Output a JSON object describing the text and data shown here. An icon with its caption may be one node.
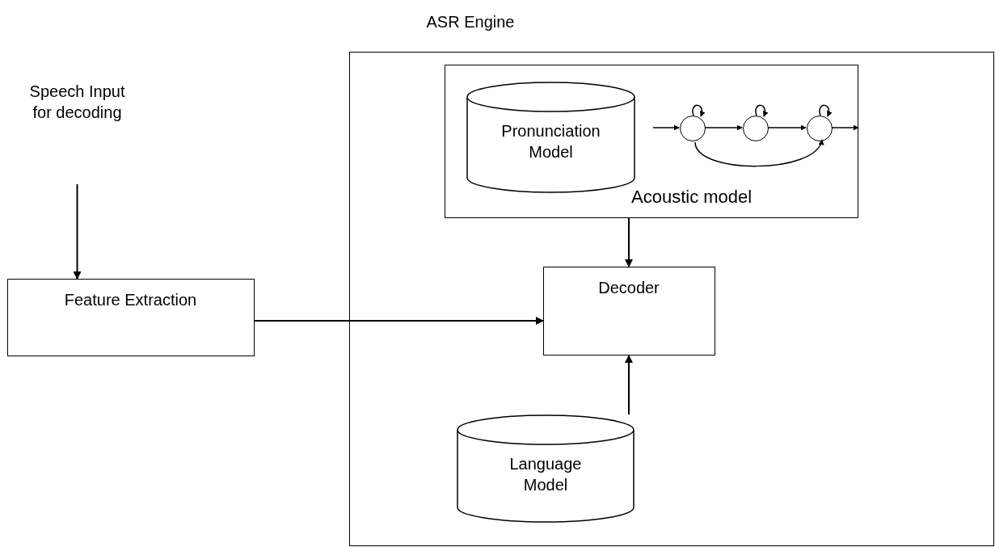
{
  "diagram": {
    "nodes": [
      {
        "text": [
          "ASR Engine"
        ]
      },
      {
        "text": [
          "Acoustic model"
        ],
        "in": 0
      },
      {
        "text": [
          "Pronunciation Model"
        ],
        "in": 1
      },
      {
        "text": [],
        "shape": "circle",
        "in": 1
      },
      {
        "text": [],
        "shape": "circle",
        "in": 1
      },
      {
        "text": [],
        "shape": "circle",
        "in": 1
      },
      {
        "text": [
          "Speech Input for decoding"
        ]
      },
      {
        "text": [
          "Feature Extraction"
        ]
      },
      {
        "text": [
          "Decoder"
        ],
        "in": 0
      },
      {
        "text": [
          "Language Model"
        ],
        "in": 0
      }
    ],
    "edges": [
      {
        "from": 6,
        "to": 7,
        "arrow": "to"
      },
      {
        "from": 7,
        "to": 8,
        "arrow": "to"
      },
      {
        "from": 1,
        "to": 8,
        "arrow": "to"
      },
      {
        "from": 9,
        "to": 8,
        "arrow": "to"
      },
      {
        "from": null,
        "to": 3,
        "arrow": "to"
      },
      {
        "from": 3,
        "to": 4,
        "arrow": "to"
      },
      {
        "from": 4,
        "to": 5,
        "arrow": "to"
      },
      {
        "from": 5,
        "to": null,
        "arrow": "to"
      },
      {
        "from": 3,
        "to": 5,
        "arrow": "to"
      },
      {
        "from": 3,
        "to": 3,
        "arrow": "to"
      },
      {
        "from": 4,
        "to": 4,
        "arrow": "to"
      },
      {
        "from": 5,
        "to": 5,
        "arrow": "to"
      }
    ]
  }
}
